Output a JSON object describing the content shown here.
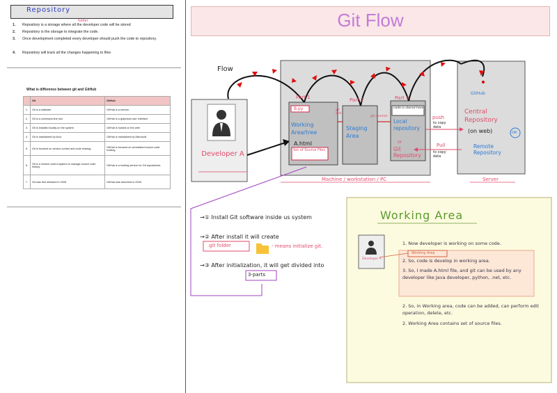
{
  "repository": {
    "title": "Repository",
    "annotation": "folder",
    "points": [
      {
        "num": "1.",
        "text": "Repository is a storage where all the developer code will be stored"
      },
      {
        "num": "2.",
        "text": "Repository is the storage to integrate the code."
      },
      {
        "num": "3.",
        "text": "Once development completed every developer should push the code to repository."
      },
      {
        "num": "4.",
        "text": "Repository will track all the changes happening to files"
      }
    ]
  },
  "comparison": {
    "heading": "What is difference between git and GitHub",
    "columns": [
      "Git",
      "GitHub"
    ],
    "rows": [
      {
        "n": "1.",
        "git": "Git is a software.",
        "github": "GitHub is a service."
      },
      {
        "n": "2.",
        "git": "Git is a command-line tool",
        "github": "GitHub is a graphical user interface"
      },
      {
        "n": "3.",
        "git": "Git is installed locally on the system",
        "github": "GitHub is hosted on the web"
      },
      {
        "n": "4.",
        "git": "Git is maintained by linux.",
        "github": "GitHub is maintained by Microsoft."
      },
      {
        "n": "5.",
        "git": "Git is focused on version control and code sharing.",
        "github": "GitHub is focused on centralized source code hosting."
      },
      {
        "n": "6.",
        "git": "Git is a version control system to manage source code history.",
        "github": "GitHub is a hosting service for Git repositories."
      },
      {
        "n": "7.",
        "git": "Git was first released in 2005.",
        "github": "GitHub was launched in 2008."
      }
    ]
  },
  "gitflow": {
    "title": "Git Flow",
    "flow_label": "Flow",
    "developer_label": "Developer A",
    "part1": "Part 1",
    "part2": "Part 2",
    "part3": "Part 3",
    "bpy": "B.py",
    "git_add": "git add",
    "git_commit": "git commit",
    "working_area": "Working Area/tree",
    "ahtml": "A.html",
    "set_source": "Set of Source Files",
    "staging": "Staging Area",
    "code_stored": "code is stored here",
    "local_repo": "Local repository",
    "or": "or",
    "git_repo": "Git Repository",
    "push": "push",
    "push_desc": "to copy data",
    "pull": "Pull",
    "pull_desc": "to copy data",
    "github": "GitHub",
    "central_repo": "Central Repository",
    "on_web": "(on web)",
    "or_circle": "OR",
    "remote_repo": "Remote Repository",
    "machine": "Machine / workstation / PC",
    "server": "Server"
  },
  "notes": {
    "n1": "→① Install Git software inside us system",
    "n2a": "→② After install it will create",
    "git_folder": ".git folder",
    "means": "- means initialize git.",
    "n3": "→③ After initialization, it will get divided into",
    "parts": "3-parts"
  },
  "working_area": {
    "title": "Working Area",
    "dev_label": "Developer A",
    "box_label": "Working Area",
    "lines": [
      "1. Now developer is working on some code.",
      "2. So, code is develop in working area.",
      "3. So, I made A.html file, and git can be used by any developer like Java developer, python, .net, etc.",
      "2. So, in Working area, code can be added, can perform edit operation, delete, etc.",
      "2. Working Area contains set of source files."
    ]
  }
}
